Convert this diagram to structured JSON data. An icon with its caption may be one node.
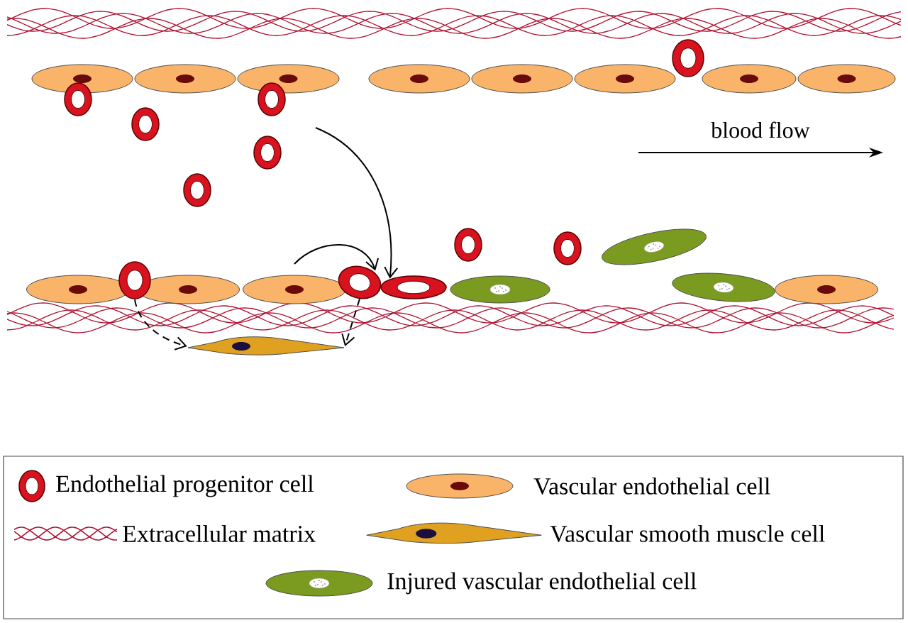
{
  "diagram": {
    "nodes": [
      {
        "text": [],
        "shape": "circle"
      },
      {
        "text": [],
        "shape": "circle"
      },
      {
        "text": [],
        "shape": "circle"
      },
      {
        "text": [],
        "shape": "spindle"
      }
    ],
    "edges": [
      {
        "from": null,
        "to": 2,
        "arrow": "to"
      },
      {
        "from": null,
        "to": 1,
        "arrow": "to"
      },
      {
        "from": 0,
        "to": 3,
        "arrow": "to",
        "style": "dashed"
      },
      {
        "from": 1,
        "to": 3,
        "arrow": "to",
        "style": "dashed"
      }
    ],
    "labels": [
      "blood flow"
    ],
    "legend": [
      {
        "text": "Endothelial progenitor cell"
      },
      {
        "text": "Vascular endothelial cell"
      },
      {
        "text": "Extracellular matrix"
      },
      {
        "text": "Vascular smooth muscle cell"
      },
      {
        "text": "Injured vascular endothelial cell"
      }
    ]
  }
}
